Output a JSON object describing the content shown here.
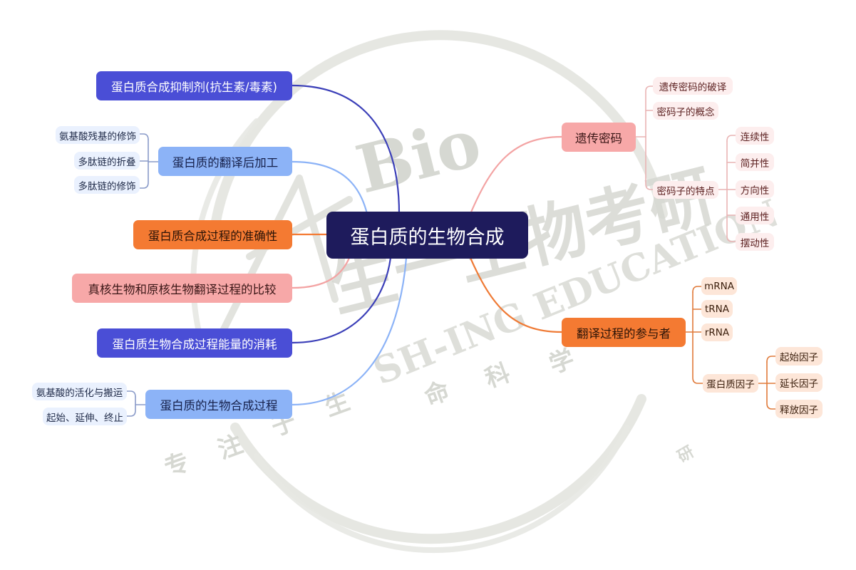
{
  "root": {
    "label": "蛋白质的生物合成"
  },
  "left_branches": [
    {
      "label": "蛋白质合成抑制剂(抗生素/毒素)",
      "color": "#4a4ed6"
    },
    {
      "label": "蛋白质的翻译后加工",
      "color": "#8cb3f7",
      "children": [
        "氨基酸残基的修饰",
        "多肽链的折叠",
        "多肽链的修饰"
      ]
    },
    {
      "label": "蛋白质合成过程的准确性",
      "color": "#f47a32"
    },
    {
      "label": "真核生物和原核生物翻译过程的比较",
      "color": "#f7a8a8"
    },
    {
      "label": "蛋白质生物合成过程能量的消耗",
      "color": "#4a4ed6"
    },
    {
      "label": "蛋白质的生物合成过程",
      "color": "#8cb3f7",
      "children": [
        "氨基酸的活化与搬运",
        "起始、延伸、终止"
      ]
    }
  ],
  "right_branches": [
    {
      "label": "遗传密码",
      "color": "#f7a8a8",
      "children": [
        {
          "label": "遗传密码的破译"
        },
        {
          "label": "密码子的概念"
        },
        {
          "label": "密码子的特点",
          "children": [
            "连续性",
            "简并性",
            "方向性",
            "通用性",
            "摆动性"
          ]
        }
      ]
    },
    {
      "label": "翻译过程的参与者",
      "color": "#f47a32",
      "children": [
        {
          "label": "mRNA"
        },
        {
          "label": "tRNA"
        },
        {
          "label": "rRNA"
        },
        {
          "label": "蛋白质因子",
          "children": [
            "起始因子",
            "延长因子",
            "释放因子"
          ]
        }
      ]
    }
  ],
  "watermark": {
    "bio": "Bio",
    "brand_cn": "生一生物考研",
    "brand_en": "SH-ING EDUCATION",
    "slogan_chars": [
      "专",
      "注",
      "于",
      "生",
      "命",
      "科",
      "学",
      "研"
    ]
  }
}
